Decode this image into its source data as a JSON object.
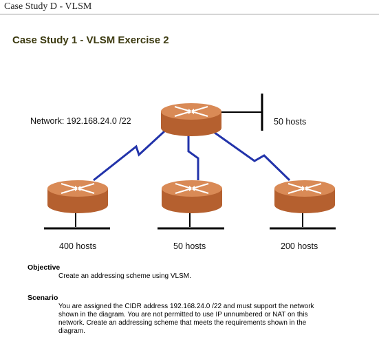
{
  "header": {
    "title": "Case Study D - VLSM"
  },
  "page_title": "Case Study 1 - VLSM Exercise 2",
  "diagram": {
    "network_label": "Network: 192.168.24.0 /22",
    "top_router_hosts": "50 hosts",
    "left_router_hosts": "400 hosts",
    "middle_router_hosts": "50 hosts",
    "right_router_hosts": "200 hosts",
    "colors": {
      "router": "#c06a3a",
      "router_top": "#d98a56",
      "serial_link": "#2233aa",
      "lan": "#000000"
    }
  },
  "objective": {
    "heading": "Objective",
    "text": "Create an addressing scheme using VLSM."
  },
  "scenario": {
    "heading": "Scenario",
    "lines": [
      "You are assigned the CIDR address 192.168.24.0 /22 and must support the network",
      "shown in the diagram. You are not permitted to use IP unnumbered or NAT on this",
      "network. Create an addressing scheme that meets the requirements shown in the",
      "diagram."
    ]
  }
}
